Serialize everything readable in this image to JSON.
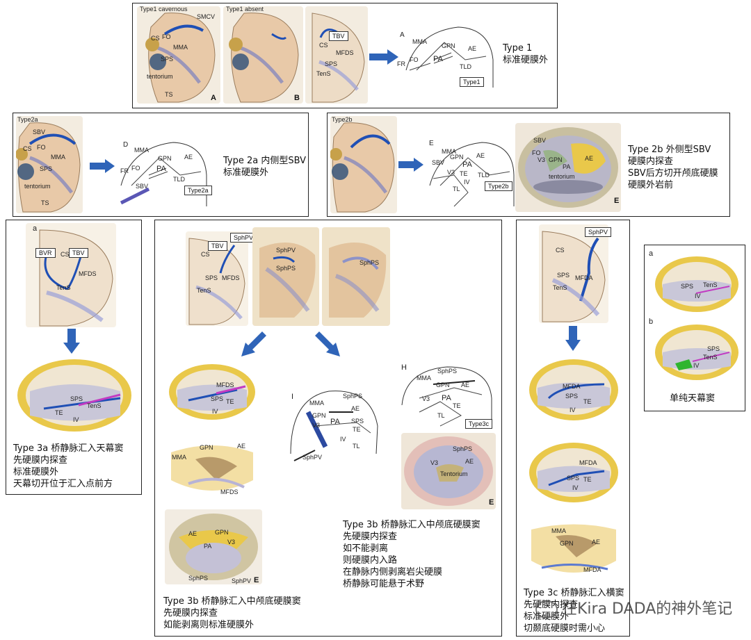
{
  "colors": {
    "skull": "#e8c9a8",
    "bone": "#c9a27a",
    "dura": "#b9b7c8",
    "vein": "#1f4fb5",
    "sinus": "#7a80c0",
    "yellow": "#e9c84a",
    "brain": "#f0e6d2",
    "arrow": "#2f64b8",
    "magenta": "#c23bc2",
    "green": "#2fb52f"
  },
  "row1": {
    "fig_a": {
      "title": "Type1 cavernous",
      "smcv": "SMCV",
      "cs": "CS",
      "fo": "FO",
      "mma": "MMA",
      "sps": "SPS",
      "tentorium": "tentorium",
      "ts": "TS",
      "letter": "A"
    },
    "fig_b": {
      "title": "Type1 absent",
      "letter": "B"
    },
    "fig_c": {
      "tbv": "TBV",
      "cs": "CS",
      "mfds": "MFDS",
      "sps": "SPS",
      "tens": "TenS"
    },
    "schema": {
      "letter": "A",
      "mma": "MMA",
      "gpn": "GPN",
      "ae": "AE",
      "fr": "FR",
      "fo": "FO",
      "pa": "PA",
      "tld": "TLD",
      "tag": "Type1"
    },
    "caption": [
      "Type 1",
      "标准硬膜外"
    ]
  },
  "row2a": {
    "fig": {
      "title": "Type2a",
      "sbv": "SBV",
      "cs": "CS",
      "fo": "FO",
      "mma": "MMA",
      "sps": "SPS",
      "tentorium": "tentorium",
      "ts": "TS"
    },
    "schema": {
      "letter": "D",
      "mma": "MMA",
      "gpn": "GPN",
      "ae": "AE",
      "fr": "FR",
      "fo": "FO",
      "pa": "PA",
      "tld": "TLD",
      "sbv": "SBV",
      "tag": "Type2a"
    },
    "caption": [
      "Type 2a 内侧型SBV",
      "标准硬膜外"
    ]
  },
  "row2b": {
    "fig": {
      "title": "Type2b"
    },
    "schema": {
      "letter": "E",
      "mma": "MMA",
      "gpn": "GPN",
      "ae": "AE",
      "sbv": "SBV",
      "v3": "V3",
      "pa": "PA",
      "te": "TE",
      "tld": "TLD",
      "tl": "TL",
      "iv": "IV",
      "tag": "Type2b"
    },
    "photo": {
      "sbv": "SBV",
      "fo": "FO",
      "v3": "V3",
      "gpn": "GPN",
      "ae": "AE",
      "pa": "PA",
      "tentorium": "tentorium",
      "letter": "E"
    },
    "caption": [
      "Type 2b 外侧型SBV",
      "硬膜内探查",
      "SBV后方切开颅底硬膜",
      "硬膜外岩前"
    ]
  },
  "col3a": {
    "letter": "a",
    "bvr": "BVR",
    "cs": "CS",
    "tbv": "TBV",
    "mfds": "MFDS",
    "tens": "TenS",
    "photo": {
      "sps": "SPS",
      "tens": "TenS",
      "te": "TE",
      "iv": "IV"
    },
    "caption": [
      "Type 3a 桥静脉汇入天幕窦",
      "先硬膜内探查",
      "标准硬膜外",
      "天幕切开位于汇入点前方"
    ]
  },
  "col3b": {
    "fig1": {
      "tbv": "TBV",
      "sphpv": "SphPV",
      "cs": "CS",
      "sps": "SPS",
      "mfds": "MFDS",
      "tens": "TenS"
    },
    "fig2": {
      "sphpv": "SphPV",
      "sphps": "SphPS"
    },
    "fig3": {
      "sphps": "SphPS"
    },
    "p1": {
      "mfds": "MFDS",
      "sps": "SPS",
      "te": "TE",
      "iv": "IV"
    },
    "p2": {
      "mma": "MMA",
      "gpn": "GPN",
      "ae": "AE",
      "mfds": "MFDS"
    },
    "p3": {
      "ae": "AE",
      "gpn": "GPN",
      "pa": "PA",
      "v3": "V3",
      "sphps": "SphPS",
      "sphpv": "SphPV",
      "letter": "E"
    },
    "schemaI": {
      "letter": "I",
      "mma": "MMA",
      "sphps": "SphPS",
      "ae": "AE",
      "gpn": "GPN",
      "v3": "V3",
      "pa": "PA",
      "sps": "SPS",
      "te": "TE",
      "iv": "IV",
      "tl": "TL",
      "sphpv": "SphPV"
    },
    "schemaH": {
      "letter": "H",
      "sphps": "SphPS",
      "mma": "MMA",
      "gpn": "GPN",
      "ae": "AE",
      "v3": "V3",
      "pa": "PA",
      "te": "TE",
      "tl": "TL",
      "tag": "Type3c"
    },
    "photoE": {
      "sphps": "SphPS",
      "v3": "V3",
      "ae": "AE",
      "tentorium": "Tentorium",
      "letter": "E"
    },
    "caption_right": [
      "Type 3b 桥静脉汇入中颅底硬膜窦",
      "先硬膜内探查",
      "如不能剥离",
      "则硬膜内入路",
      "在静脉内侧剥离岩尖硬膜",
      "桥静脉可能悬于术野"
    ],
    "caption_left": [
      "Type 3b 桥静脉汇入中颅底硬膜窦",
      "先硬膜内探查",
      "如能剥离则标准硬膜外"
    ]
  },
  "col3c": {
    "sphpv": "SphPV",
    "cs": "CS",
    "sps": "SPS",
    "mfda": "MFDA",
    "tens": "TenS",
    "p1": {
      "mfda": "MFDA",
      "sps": "SPS",
      "te": "TE",
      "iv": "IV"
    },
    "p2": {
      "mfda": "MFDA",
      "sps": "SPS",
      "te": "TE",
      "iv": "IV"
    },
    "p3": {
      "mma": "MMA",
      "gpn": "GPN",
      "ae": "AE",
      "mfda": "MFDA"
    },
    "caption": [
      "Type 3c 桥静脉汇入横窦",
      "先硬膜内探查",
      "标准硬膜外",
      "切颞底硬膜时需小心"
    ]
  },
  "simple": {
    "a": "a",
    "b": "b",
    "pa": {
      "sps": "SPS",
      "tens": "TenS",
      "iv": "IV"
    },
    "pb": {
      "sps": "SPS",
      "tens": "TenS",
      "iv": "IV"
    },
    "caption": "单纯天幕窦"
  },
  "watermark": "在Kira DADA的神外笔记"
}
